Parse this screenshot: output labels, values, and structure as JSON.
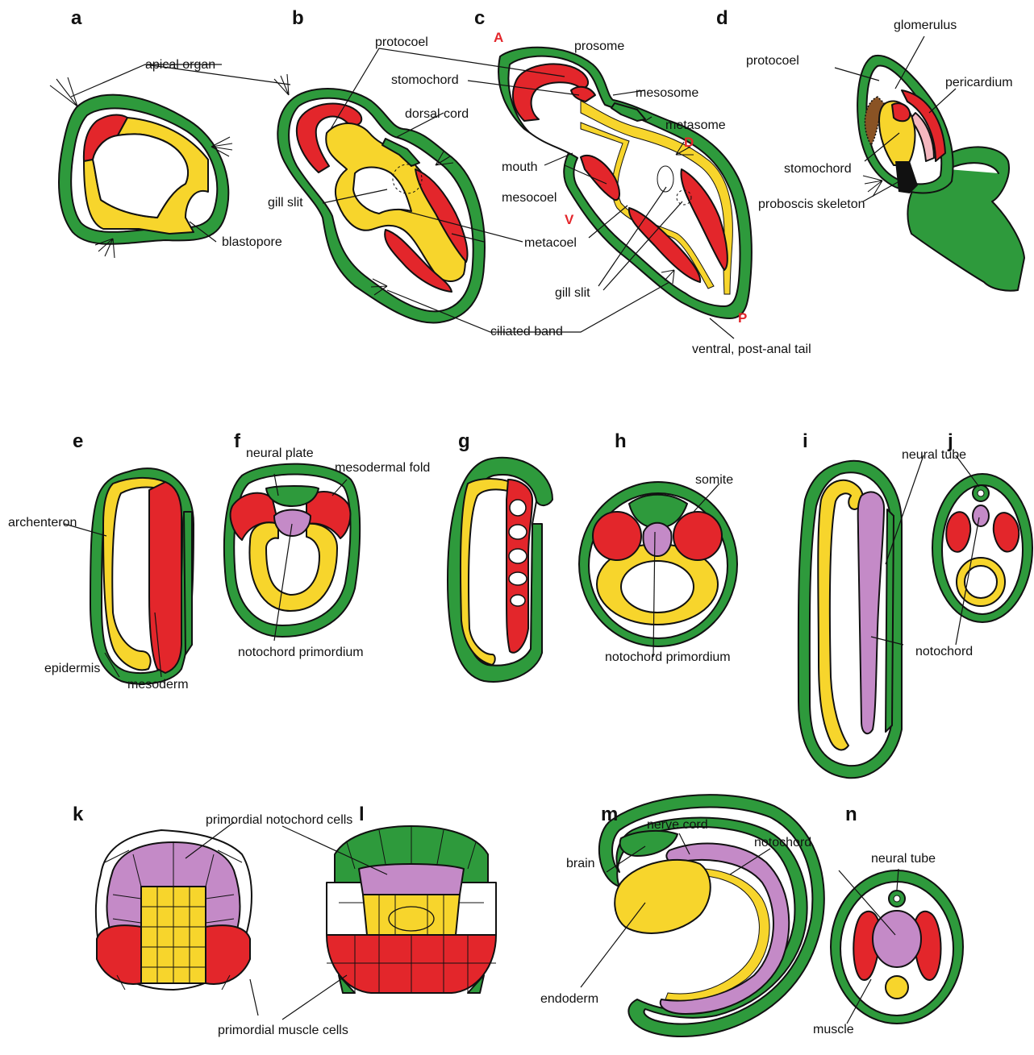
{
  "colors": {
    "epidermis": "#2e9a3c",
    "mesoderm": "#e3262b",
    "endoderm": "#f7d52c",
    "notochord": "#c48ac7",
    "axis_text": "#e3262b",
    "skeleton": "#111111"
  },
  "panels": {
    "a": "a",
    "b": "b",
    "c": "c",
    "d": "d",
    "e": "e",
    "f": "f",
    "g": "g",
    "h": "h",
    "i": "i",
    "j": "j",
    "k": "k",
    "l": "l",
    "m": "m",
    "n": "n"
  },
  "labels": {
    "apical_organ": "apical organ",
    "blastopore": "blastopore",
    "protocoel": "protocoel",
    "stomochord": "stomochord",
    "dorsal_cord": "dorsal cord",
    "gill_slit": "gill slit",
    "metacoel": "metacoel",
    "ciliated_band": "ciliated band",
    "prosome": "prosome",
    "mesosome": "mesosome",
    "metasome": "metasome",
    "mouth": "mouth",
    "mesocoel": "mesocoel",
    "gill_slit_c": "gill slit",
    "ventral_tail": "ventral, post-anal tail",
    "protocoel_d": "protocoel",
    "glomerulus": "glomerulus",
    "pericardium": "pericardium",
    "stomochord_d": "stomochord",
    "proboscis_skeleton": "proboscis skeleton",
    "archenteron": "archenteron",
    "epidermis": "epidermis",
    "mesoderm": "mesoderm",
    "neural_plate": "neural plate",
    "mesodermal_fold": "mesodermal fold",
    "notochord_primordium_f": "notochord primordium",
    "somite": "somite",
    "notochord_primordium_h": "notochord primordium",
    "neural_tube_j": "neural tube",
    "notochord_ij": "notochord",
    "primordial_notochord_cells": "primordial notochord cells",
    "primordial_muscle_cells": "primordial muscle cells",
    "nerve_cord": "nerve cord",
    "notochord_m": "notochord",
    "brain": "brain",
    "endoderm": "endoderm",
    "neural_tube_n": "neural tube",
    "muscle": "muscle"
  },
  "axes": {
    "A": "A",
    "D": "D",
    "V": "V",
    "P": "P"
  }
}
